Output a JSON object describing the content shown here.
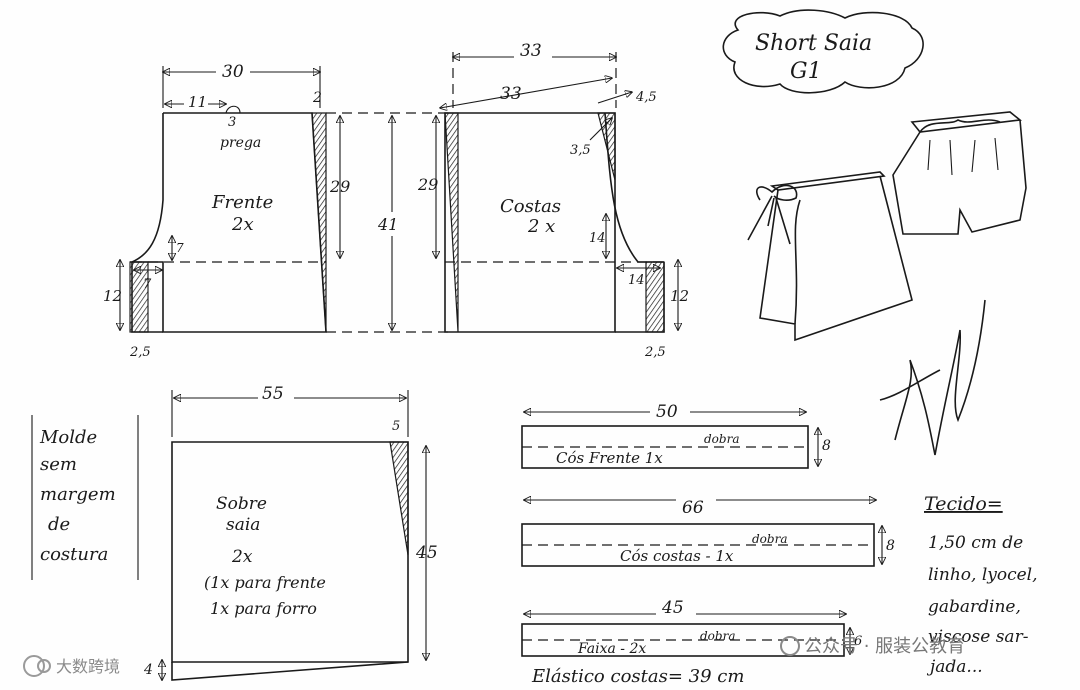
{
  "title": {
    "line1": "Short Saia",
    "line2": "G1"
  },
  "front": {
    "name": "Frente",
    "count": "2x",
    "dim_top": "30",
    "dim_waist_left": "11",
    "dim_dart_right": "2",
    "dart_depth": "3",
    "dart_label": "prega",
    "dim_height": "29",
    "dim_crotch_vertical": "7",
    "dim_crotch_horizontal": "7",
    "dim_leg": "12",
    "dim_hem": "2,5"
  },
  "center_dim": "41",
  "back": {
    "name": "Costas",
    "count": "2 x",
    "dim_top": "33",
    "dim_waist_diag": "33",
    "dim_rise": "4,5",
    "dim_dart": "3,5",
    "dim_height": "29",
    "dim_crotch_vertical": "14",
    "dim_crotch_horizontal": "14",
    "dim_leg": "12",
    "dim_hem": "2,5"
  },
  "note": {
    "lines": [
      "Molde",
      "sem",
      "margem",
      "de",
      "costura"
    ]
  },
  "overskirt": {
    "lines": [
      "Sobre",
      "saia",
      "2x",
      "(1x para frente",
      "1x para forro"
    ],
    "dim_top": "55",
    "dim_corner": "5",
    "dim_side": "45",
    "dim_bottom": "4"
  },
  "waistbands": [
    {
      "width": "50",
      "fold": "dobra",
      "label": "Cós Frente 1x",
      "height": "8"
    },
    {
      "width": "66",
      "fold": "dobra",
      "label": "Cós costas - 1x",
      "height": "8"
    },
    {
      "width": "45",
      "fold": "dobra",
      "label": "Faixa - 2x",
      "height": "6"
    }
  ],
  "elastic": "Elástico costas= 39 cm",
  "fabric": {
    "lines": [
      "Tecido=",
      "1,50 cm de",
      "linho, lyocel,",
      "gabardine,",
      "viscose sar-",
      "jada..."
    ]
  },
  "signature": "Marlene Mukai",
  "watermark_left": "大数跨境",
  "watermark_right": "公众号 · 服装公教育"
}
